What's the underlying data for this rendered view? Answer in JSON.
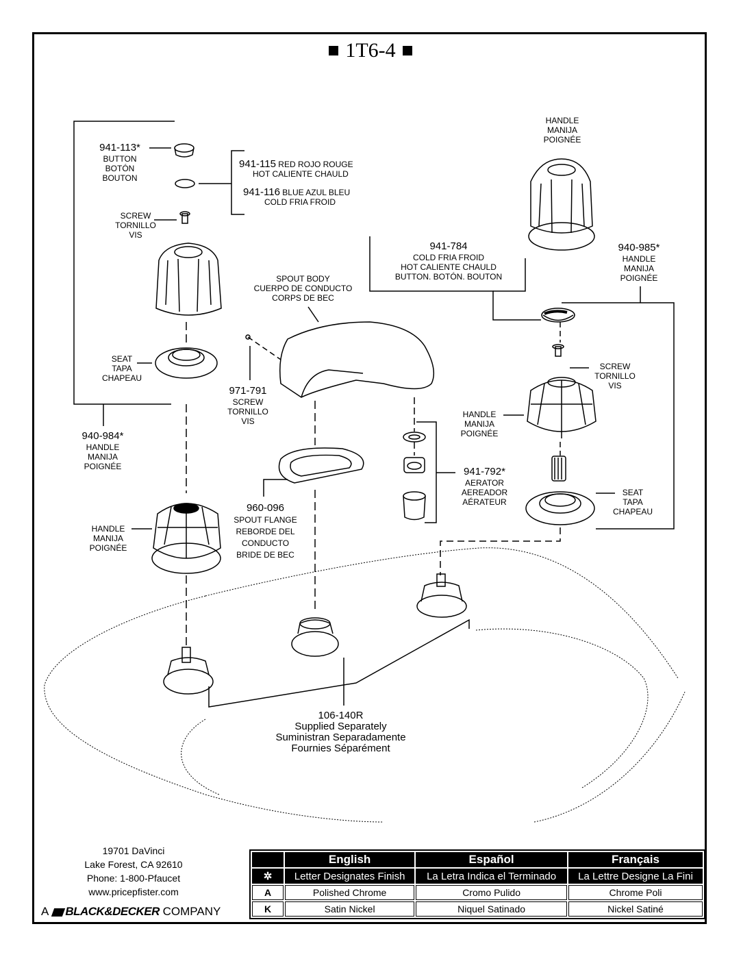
{
  "title": "1T6-4",
  "labels": {
    "p941_113": "941-113*",
    "button_en": "BUTTON",
    "button_es": "BOTÓN",
    "button_fr": "BOUTON",
    "p941_115": "941-115",
    "p941_115_desc": "RED ROJO ROUGE",
    "p941_115_sub": "HOT CALIENTE CHAULD",
    "p941_116": "941-116",
    "p941_116_desc": "BLUE AZUL BLEU",
    "p941_116_sub": "COLD FRIA FROID",
    "screw_en": "SCREW",
    "screw_es": "TORNILLO",
    "screw_fr": "VIS",
    "seat_en": "SEAT",
    "seat_es": "TAPA",
    "seat_fr": "CHAPEAU",
    "p940_984": "940-984*",
    "handle_en": "HANDLE",
    "handle_es": "MANIJA",
    "handle_fr": "POIGNÉE",
    "spout_body_en": "SPOUT BODY",
    "spout_body_es": "CUERPO DE CONDUCTO",
    "spout_body_fr": "CORPS DE BEC",
    "p971_791": "971-791",
    "p941_784": "941-784",
    "p941_784_l1": "COLD FRIA FROID",
    "p941_784_l2": "HOT CALIENTE CHAULD",
    "p941_784_l3": "BUTTON. BOTÓN. BOUTON",
    "p940_985": "940-985*",
    "p960_096": "960-096",
    "spout_flange_en": "SPOUT FLANGE",
    "spout_flange_es1": "REBORDE DEL",
    "spout_flange_es2": "CONDUCTO",
    "spout_flange_fr": "BRIDE DE BEC",
    "p941_792": "941-792*",
    "aerator_en": "AERATOR",
    "aerator_es": "AEREADOR",
    "aerator_fr": "AÉRATEUR",
    "p106_140r": "106-140R",
    "supplied_en": "Supplied Separately",
    "supplied_es": "Suministran Separadamente",
    "supplied_fr": "Fournies Séparément"
  },
  "address": {
    "line1": "19701 DaVinci",
    "line2": "Lake Forest, CA  92610",
    "line3": "Phone: 1-800-Pfaucet",
    "line4": "www.pricepfister.com"
  },
  "company": {
    "prefix": "A",
    "brand": "BLACK&DECKER",
    "suffix": "COMPANY"
  },
  "finish_table": {
    "headers": [
      "English",
      "Español",
      "Français"
    ],
    "subheader_symbol": "✲",
    "subheaders": [
      "Letter Designates Finish",
      "La Letra Indica el Terminado",
      "La Lettre Designe La Fini"
    ],
    "rows": [
      {
        "code": "A",
        "en": "Polished Chrome",
        "es": "Cromo Pulido",
        "fr": "Chrome Poli"
      },
      {
        "code": "K",
        "en": "Satin Nickel",
        "es": "Niquel Satinado",
        "fr": "Nickel Satiné"
      }
    ]
  }
}
